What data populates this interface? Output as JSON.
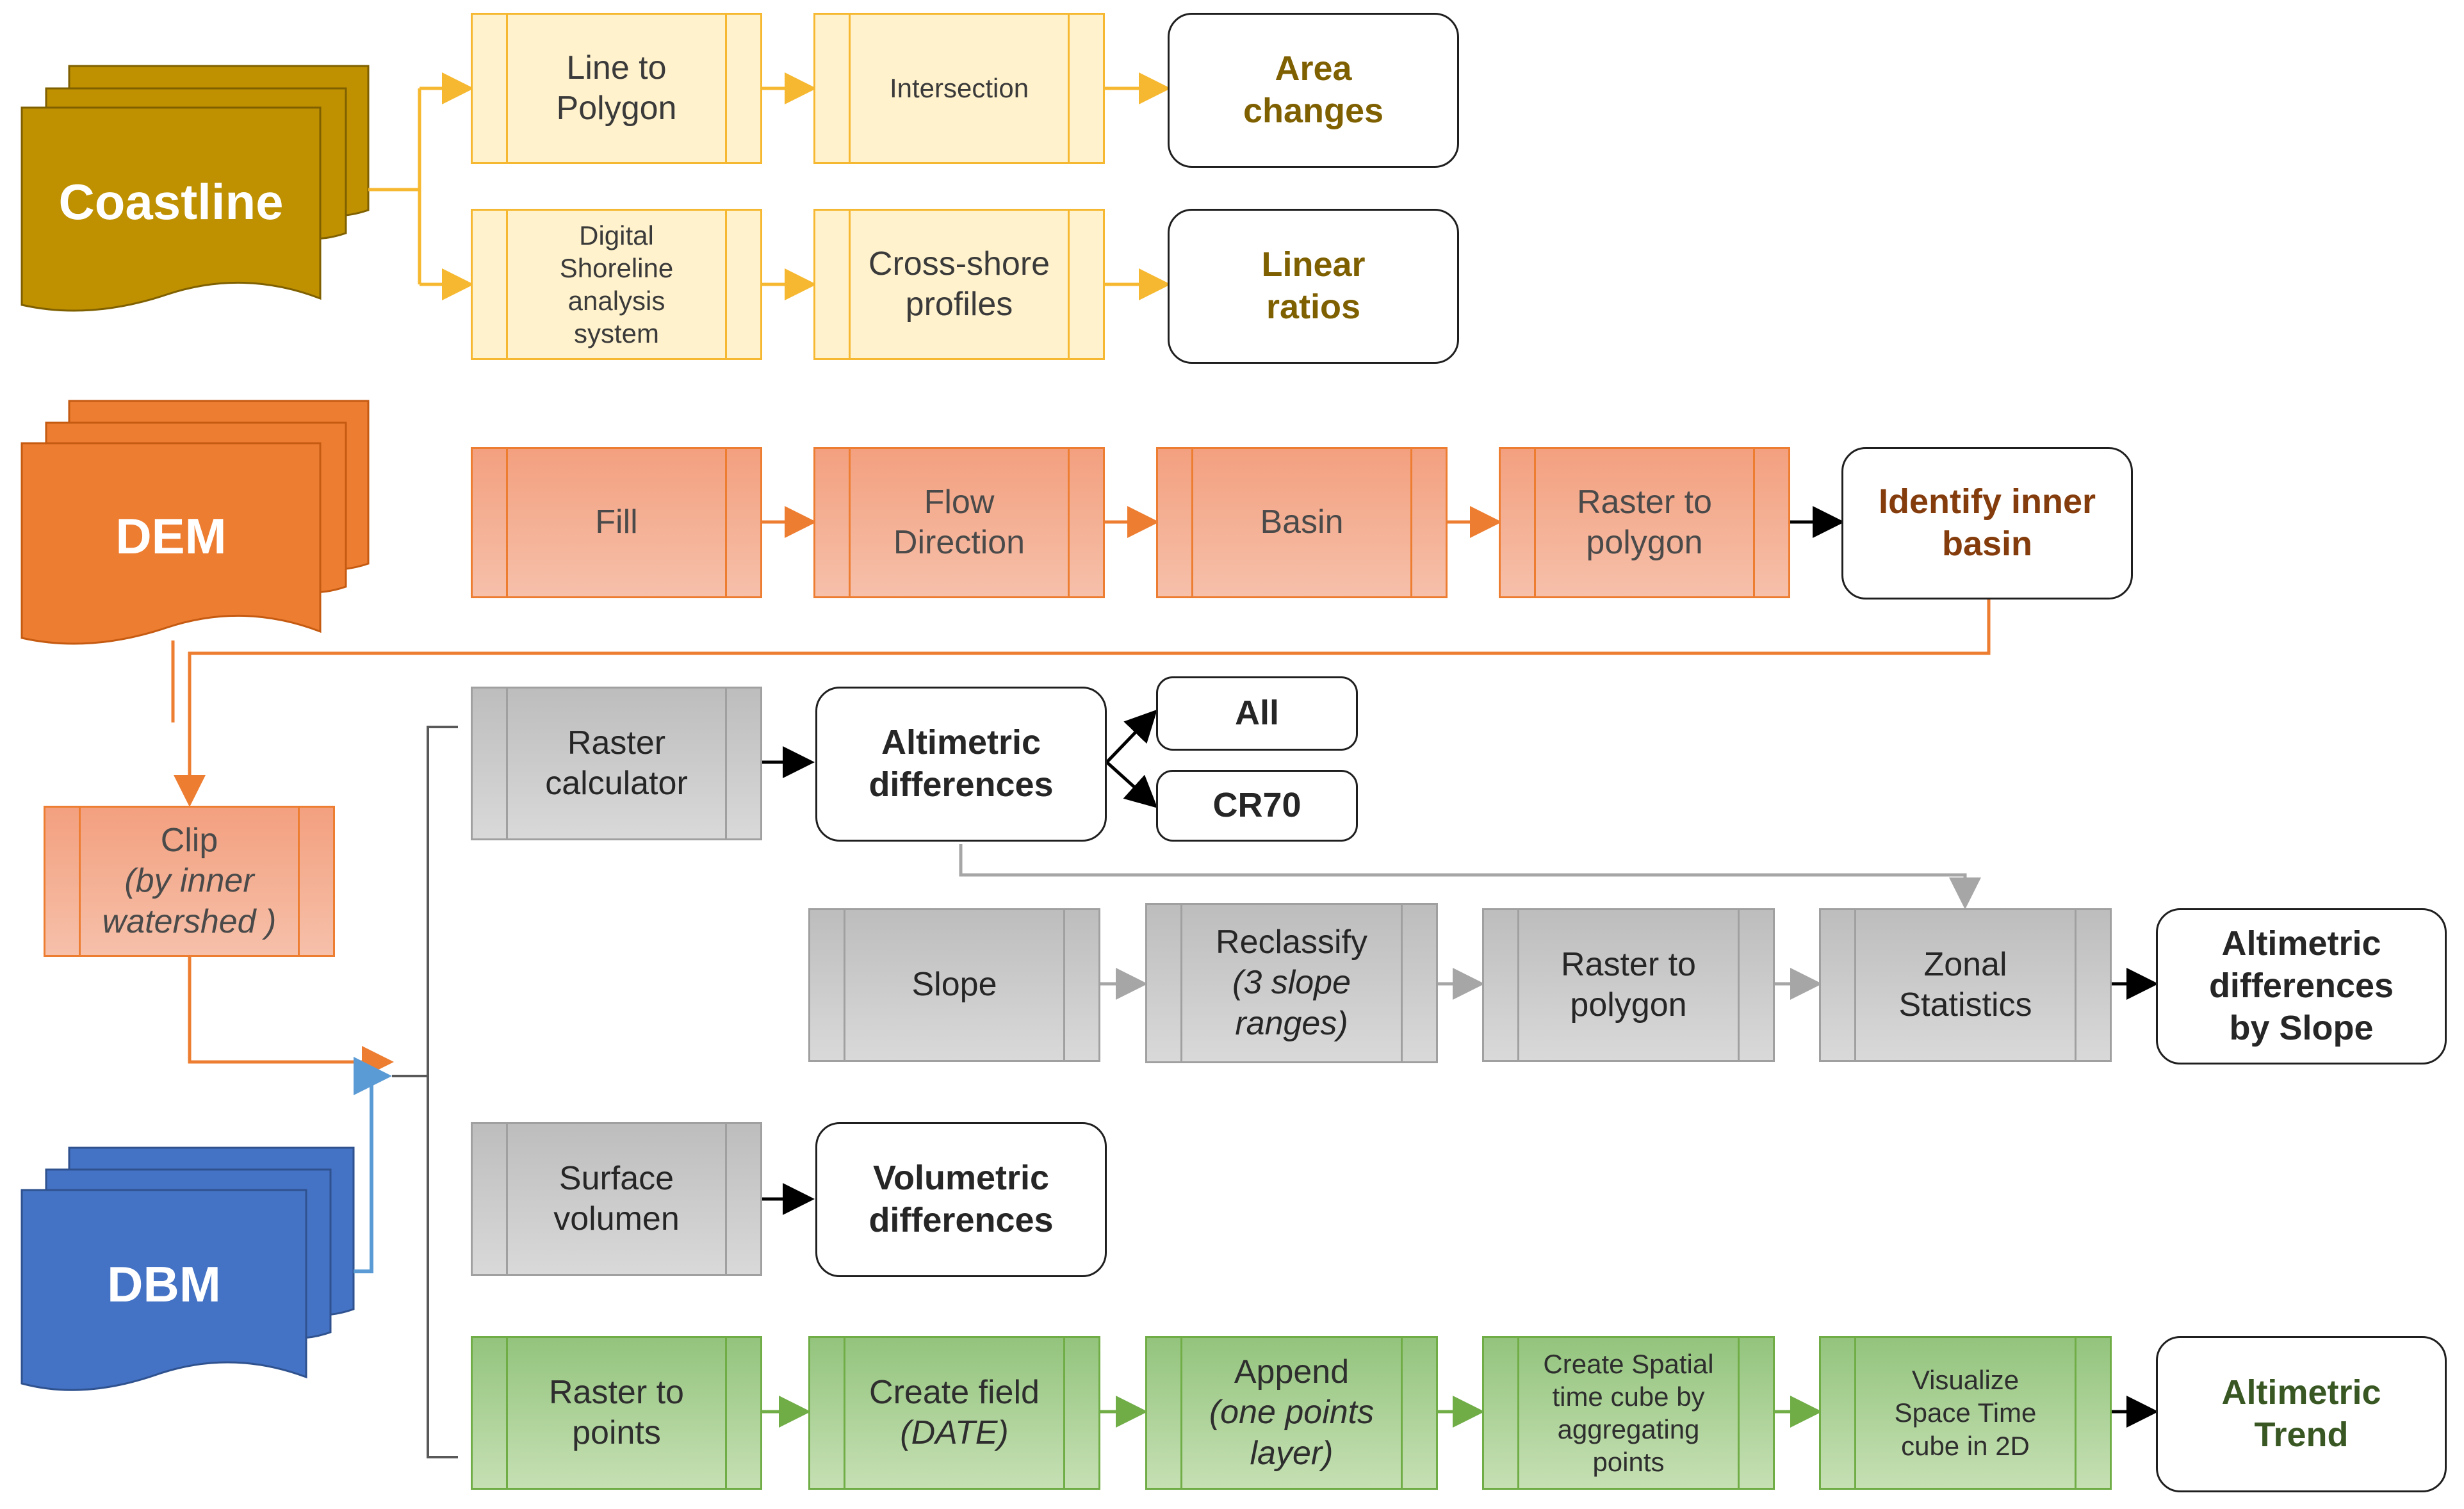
{
  "sources": {
    "coastline": "Coastline",
    "dem": "DEM",
    "dbm": "DBM"
  },
  "colors": {
    "coastline": "#bf9000",
    "dem": "#ed7d31",
    "dbm": "#4472c4",
    "yellow_fill": "#fff2cc",
    "yellow_line": "#f6b830",
    "orange_line": "#ed7d31",
    "gray_line": "#a6a6a6",
    "green_line": "#70ad47",
    "blue_line": "#5b9bd5"
  },
  "coastline_flow": {
    "line_to_polygon": "Line to\nPolygon",
    "intersection": "Intersection",
    "area_changes": "Area\nchanges",
    "dsas": "Digital\nShoreline\nanalysis\nsystem",
    "cross_shore": "Cross-shore\nprofiles",
    "linear_ratios": "Linear\nratios"
  },
  "dem_flow": {
    "fill": "Fill",
    "flow_direction": "Flow\nDirection",
    "basin": "Basin",
    "raster_to_polygon": "Raster to\npolygon",
    "identify_inner_basin": "Identify inner\nbasin"
  },
  "clip": {
    "title": "Clip",
    "subtitle": "(by inner\nwatershed )"
  },
  "altimetric_flow": {
    "raster_calculator": "Raster\ncalculator",
    "altimetric_differences": "Altimetric\ndifferences",
    "all": "All",
    "cr70": "CR70"
  },
  "slope_flow": {
    "slope": "Slope",
    "reclassify_title": "Reclassify",
    "reclassify_sub": "(3 slope\nranges)",
    "raster_to_polygon": "Raster to\npolygon",
    "zonal_statistics": "Zonal\nStatistics",
    "alt_by_slope": "Altimetric\ndifferences\nby Slope"
  },
  "volume_flow": {
    "surface_volumen": "Surface\nvolumen",
    "volumetric_differences": "Volumetric\ndifferences"
  },
  "trend_flow": {
    "raster_to_points": "Raster to\npoints",
    "create_field_title": "Create field",
    "create_field_sub": "(DATE)",
    "append_title": "Append",
    "append_sub": "(one points\nlayer)",
    "create_cube": "Create Spatial\ntime cube by\naggregating\npoints",
    "visualize_cube": "Visualize\nSpace Time\ncube in 2D",
    "altimetric_trend": "Altimetric\nTrend"
  }
}
